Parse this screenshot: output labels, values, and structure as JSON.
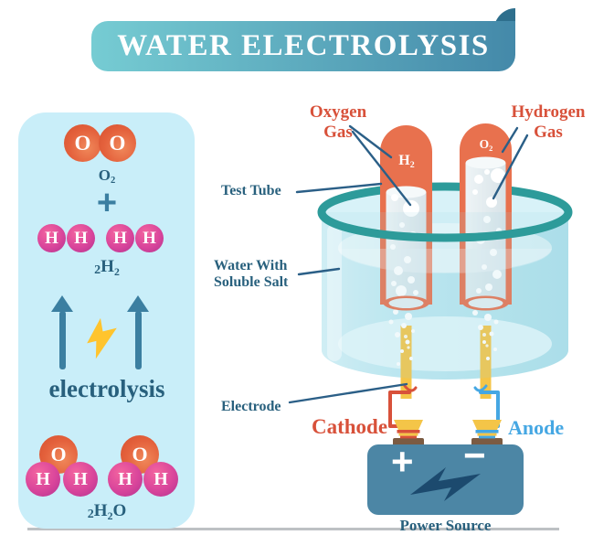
{
  "title": {
    "text": "WATER ELECTROLYSIS"
  },
  "palette": {
    "banner-start": "#76CCD3",
    "banner-end": "#4489A9",
    "banner-fold": "#2E6F8D",
    "panel-bg": "#C9EEF9",
    "formula-text": "#28607D",
    "arrow": "#3B7FA1",
    "lightning": "#FFC42E",
    "label-red": "#D8513A",
    "label-blue": "#45A7E3",
    "label-navy": "#28607D",
    "tube-orange": "#E8714E",
    "rim-teal": "#2D9B9A",
    "electrode-yellow": "#F4C548",
    "battery-blue": "#4C86A5",
    "battery-bolt": "#1C4A6E",
    "terminal-brown": "#7B5B42",
    "leader-line": "#2B5F87",
    "bottom-line": "#BDC1C4"
  },
  "panel": {
    "o2_atoms": [
      "O",
      "O"
    ],
    "o2_formula": {
      "base": "O",
      "sub": "2"
    },
    "plus": "+",
    "h2_atoms": [
      "H",
      "H",
      "H",
      "H"
    ],
    "h2_formula": {
      "pre": "2",
      "base": "H",
      "sub": "2"
    },
    "process_label": "electrolysis",
    "h2o_molecules": [
      {
        "o": "O",
        "h": [
          "H",
          "H"
        ]
      },
      {
        "o": "O",
        "h": [
          "H",
          "H"
        ]
      }
    ],
    "h2o_formula": {
      "pre": "2",
      "base": "H",
      "sub": "2",
      "post": "O"
    }
  },
  "apparatus": {
    "labels": {
      "oxygen_gas": "Oxygen Gas",
      "hydrogen_gas": "Hydrogen Gas",
      "test_tube": "Test Tube",
      "water": "Water With Soluble Salt",
      "electrode": "Electrode",
      "cathode": "Cathode",
      "anode": "Anode",
      "power_source": "Power Source"
    },
    "tube_left_formula": {
      "base": "H",
      "sub": "2"
    },
    "tube_right_formula": {
      "base": "O",
      "sub": "2"
    },
    "battery": {
      "plus": "+",
      "minus": "−"
    }
  }
}
